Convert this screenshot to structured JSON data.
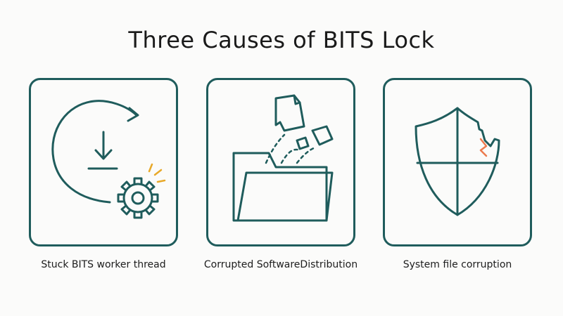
{
  "diagram": {
    "title": "Three Causes of BITS Lock",
    "panels": [
      {
        "caption": "Stuck BITS worker thread",
        "icon": "download-arrow-gear-icon"
      },
      {
        "caption": "Corrupted SoftwareDistribution",
        "icon": "folder-flying-papers-icon"
      },
      {
        "caption": "System file corruption",
        "icon": "cracked-shield-icon"
      }
    ],
    "colors": {
      "stroke": "#1f5c5c",
      "accent_yellow": "#e8a92a",
      "accent_orange": "#ec7b4e",
      "background": "#fbfbfa"
    }
  }
}
